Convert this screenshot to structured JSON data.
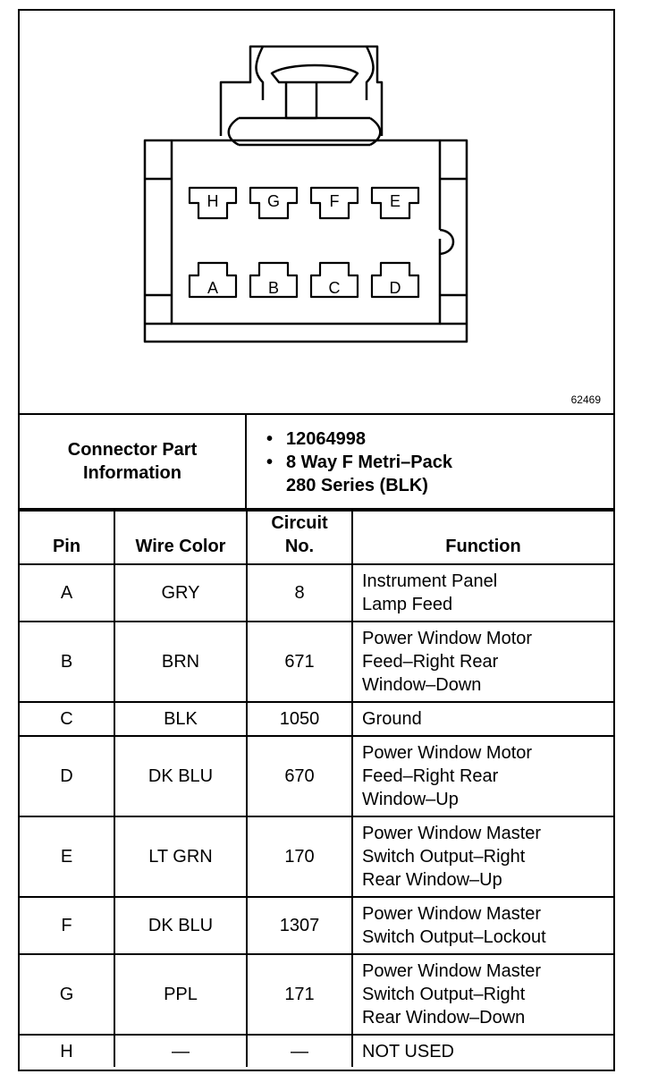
{
  "figure_id": "62469",
  "connector": {
    "label_line1": "Connector Part",
    "label_line2": "Information",
    "items": [
      "12064998",
      "8 Way F Metri–Pack",
      "280 Series (BLK)"
    ],
    "bullet": "•",
    "cavity_labels_top": [
      "H",
      "G",
      "F",
      "E"
    ],
    "cavity_labels_bottom": [
      "A",
      "B",
      "C",
      "D"
    ]
  },
  "table": {
    "headers": {
      "pin": "Pin",
      "wire_color": "Wire Color",
      "circuit_line1": "Circuit",
      "circuit_line2": "No.",
      "function": "Function"
    },
    "rows": [
      {
        "pin": "A",
        "color": "GRY",
        "circuit": "8",
        "function": "Instrument Panel\nLamp Feed"
      },
      {
        "pin": "B",
        "color": "BRN",
        "circuit": "671",
        "function": "Power Window Motor\nFeed–Right Rear\nWindow–Down"
      },
      {
        "pin": "C",
        "color": "BLK",
        "circuit": "1050",
        "function": "Ground"
      },
      {
        "pin": "D",
        "color": "DK BLU",
        "circuit": "670",
        "function": "Power Window Motor\nFeed–Right Rear\nWindow–Up"
      },
      {
        "pin": "E",
        "color": "LT GRN",
        "circuit": "170",
        "function": "Power Window Master\nSwitch Output–Right\nRear Window–Up"
      },
      {
        "pin": "F",
        "color": "DK BLU",
        "circuit": "1307",
        "function": "Power Window Master\nSwitch Output–Lockout"
      },
      {
        "pin": "G",
        "color": "PPL",
        "circuit": "171",
        "function": "Power Window Master\nSwitch Output–Right\nRear Window–Down"
      },
      {
        "pin": "H",
        "color": "—",
        "circuit": "—",
        "function": "NOT USED"
      }
    ]
  }
}
